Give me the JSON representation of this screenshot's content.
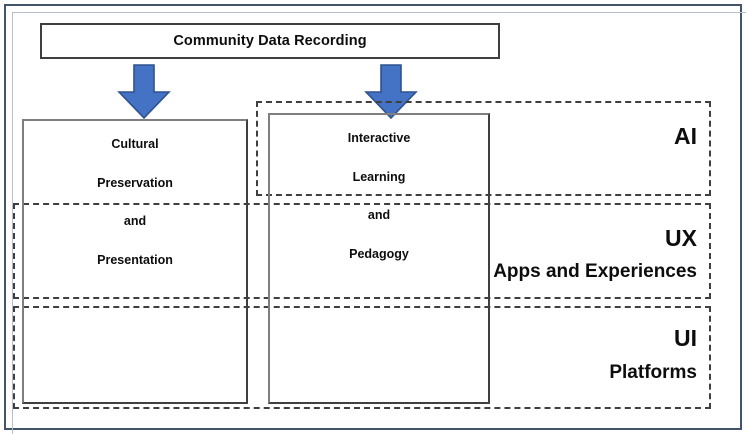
{
  "diagram": {
    "header": {
      "label": "Community Data Recording"
    },
    "arrows": [
      {
        "name": "arrow-to-cultural-preservation",
        "direction": "down"
      },
      {
        "name": "arrow-to-interactive-learning",
        "direction": "down"
      }
    ],
    "colors": {
      "arrow_fill": "#4472C4",
      "arrow_stroke": "#2F528F",
      "outer_border": "#44546A",
      "box_border": "#3F3F3F",
      "text": "#0D0D0D"
    },
    "layers": [
      {
        "acronym": "AI",
        "caption": ""
      },
      {
        "acronym": "UX",
        "caption": "Apps and Experiences"
      },
      {
        "acronym": "UI",
        "caption": "Platforms"
      }
    ],
    "columns": [
      {
        "name": "cultural-preservation-and-presentation",
        "lines": [
          "Cultural",
          "Preservation",
          "and",
          "Presentation"
        ]
      },
      {
        "name": "interactive-learning-and-pedagogy",
        "lines": [
          "Interactive",
          "Learning",
          "and",
          "Pedagogy"
        ]
      }
    ]
  }
}
